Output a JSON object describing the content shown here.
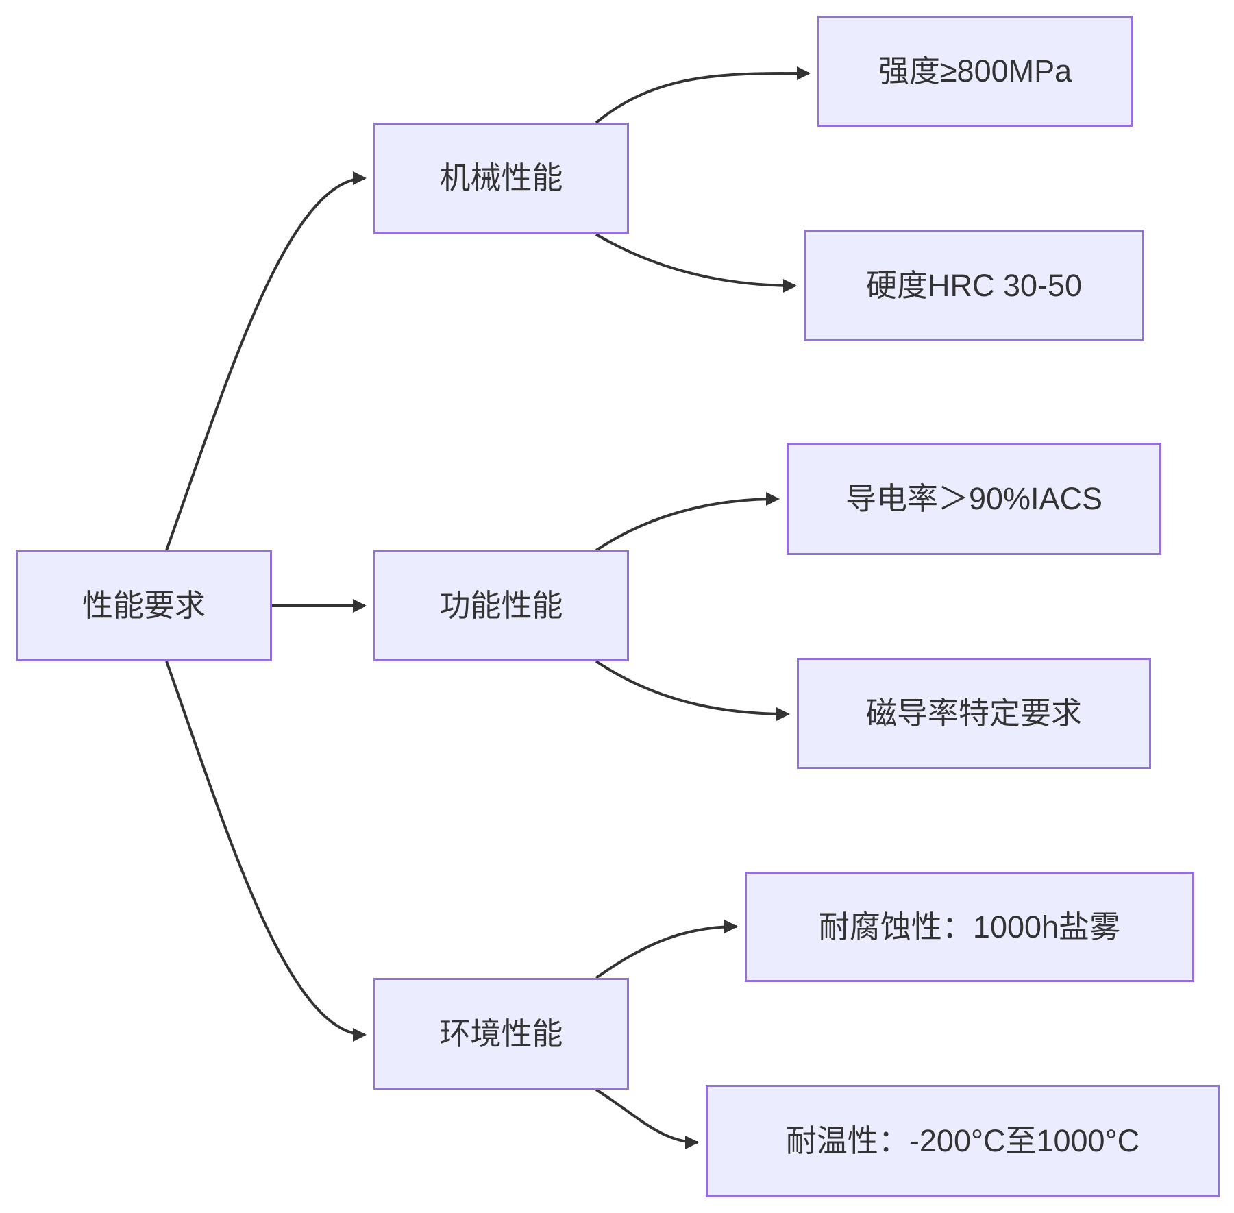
{
  "diagram": {
    "type": "flowchart-left-to-right",
    "root": {
      "label": "性能要求"
    },
    "branches": [
      {
        "label": "机械性能",
        "children": [
          {
            "label": "强度≥800MPa"
          },
          {
            "label": "硬度HRC 30-50"
          }
        ]
      },
      {
        "label": "功能性能",
        "children": [
          {
            "label": "导电率＞90%IACS"
          },
          {
            "label": "磁导率特定要求"
          }
        ]
      },
      {
        "label": "环境性能",
        "children": [
          {
            "label": "耐腐蚀性：1000h盐雾"
          },
          {
            "label": "耐温性：-200°C至1000°C"
          }
        ]
      }
    ],
    "colors": {
      "node_fill": "#ECECFF",
      "node_border": "#9370DB",
      "edge": "#333333",
      "text": "#333333",
      "background": "#FFFFFF"
    }
  }
}
